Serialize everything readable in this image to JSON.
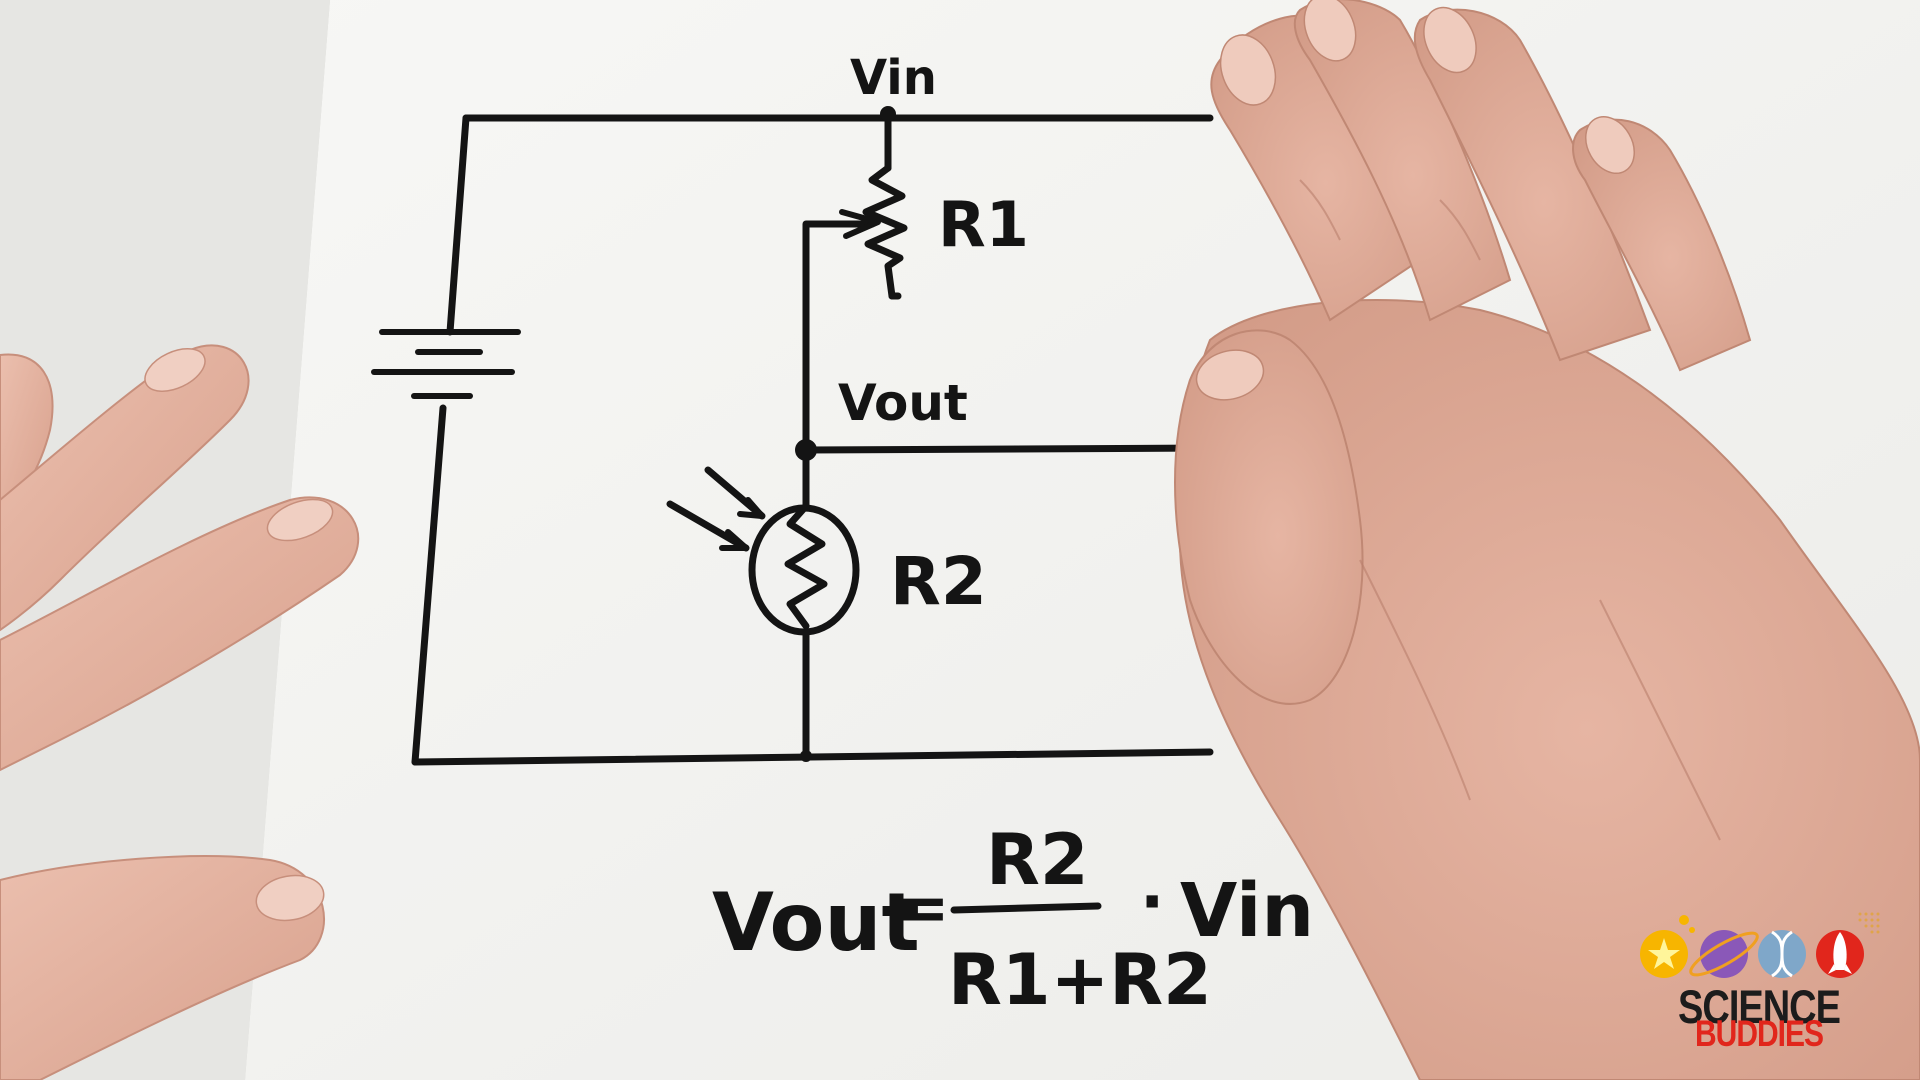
{
  "circuit": {
    "vin_label": "Vin",
    "r1_label": "R1",
    "vout_label": "Vout",
    "r2_label": "R2"
  },
  "formula": {
    "lhs": "Vout",
    "equals": "=",
    "numerator": "R2",
    "denominator": "R1+R2",
    "multiply": "·",
    "rhs": "Vin"
  },
  "logo": {
    "line1": "SCIENCE",
    "line2": "BUDDIES"
  },
  "colors": {
    "ink": "#141414",
    "paper": "#f4f4f2",
    "skin": "#e3b29f",
    "logo_red": "#e1261c",
    "logo_dark": "#1c1c1c"
  }
}
